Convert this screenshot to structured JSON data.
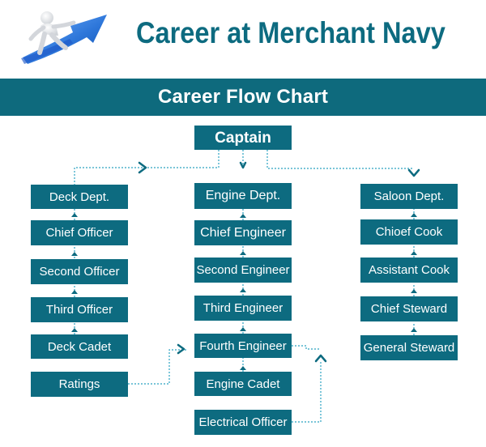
{
  "page": {
    "title": "Career at Merchant Navy",
    "subtitle": "Career Flow Chart"
  },
  "colors": {
    "primary": "#0d6b80",
    "header": "#0e6a7d",
    "text": "#ffffff",
    "logo_blue": "#2e77da"
  },
  "chart": {
    "captain": "Captain",
    "deck": {
      "department": "Deck Dept.",
      "chief_officer": "Chief Officer",
      "second_officer": "Second Officer",
      "third_officer": "Third Officer",
      "deck_cadet": "Deck Cadet",
      "ratings": "Ratings"
    },
    "engine": {
      "department": "Engine Dept.",
      "chief_engineer": "Chief Engineer",
      "second_engineer": "Second Engineer",
      "third_engineer": "Third Engineer",
      "fourth_engineer": "Fourth Engineer",
      "engine_cadet": "Engine Cadet",
      "electrical_officer": "Electrical Officer"
    },
    "saloon": {
      "department": "Saloon Dept.",
      "chief_cook": "Chioef Cook",
      "assistant_cook": "Assistant Cook",
      "chief_steward": "Chief Steward",
      "general_steward": "General Steward"
    }
  }
}
